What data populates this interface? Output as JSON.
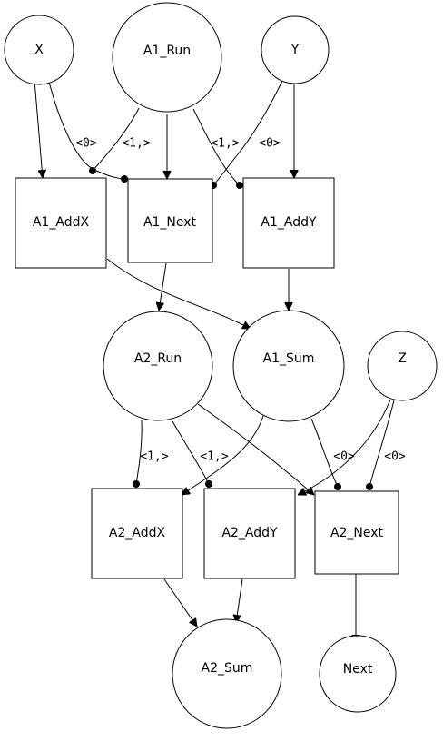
{
  "nodes": {
    "x": "X",
    "a1_run": "A1_Run",
    "y": "Y",
    "a1_addx": "A1_AddX",
    "a1_next": "A1_Next",
    "a1_addy": "A1_AddY",
    "a2_run": "A2_Run",
    "a1_sum": "A1_Sum",
    "z": "Z",
    "a2_addx": "A2_AddX",
    "a2_addy": "A2_AddY",
    "a2_next": "A2_Next",
    "a2_sum": "A2_Sum",
    "next": "Next"
  },
  "edge_labels": {
    "x_to_a1_next": "<0>",
    "a1_run_to_a1_addx": "<1,>",
    "a1_run_to_a1_addy": "<1,>",
    "y_to_a1_next": "<0>",
    "a2_run_to_a2_addx": "<1,>",
    "a2_run_to_a2_addy": "<1,>",
    "a1_sum_to_a2_next": "<0>",
    "z_to_a2_next": "<0>"
  }
}
